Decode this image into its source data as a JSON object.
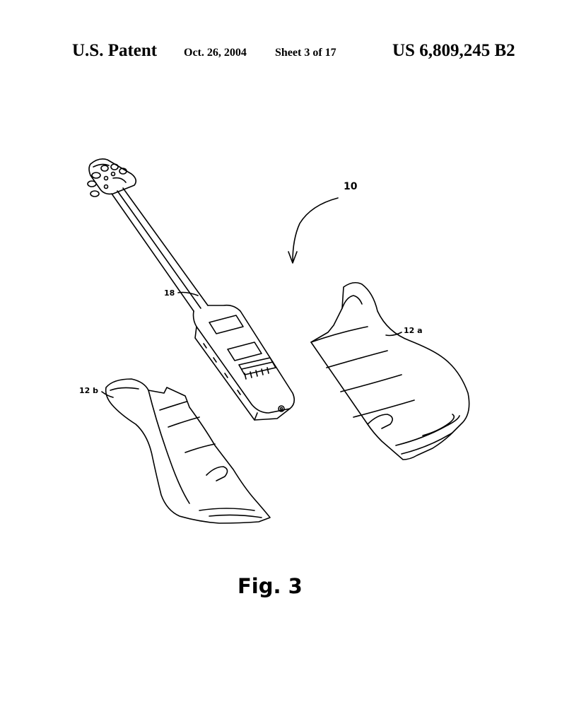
{
  "header": {
    "left": "U.S. Patent",
    "date": "Oct. 26, 2004",
    "sheet": "Sheet 3 of 17",
    "patent_number": "US 6,809,245 B2"
  },
  "figure": {
    "ref_assembly": "10",
    "ref_neck": "18",
    "ref_shell_a": "12 a",
    "ref_shell_b": "12 b",
    "caption": "Fig. 3"
  }
}
